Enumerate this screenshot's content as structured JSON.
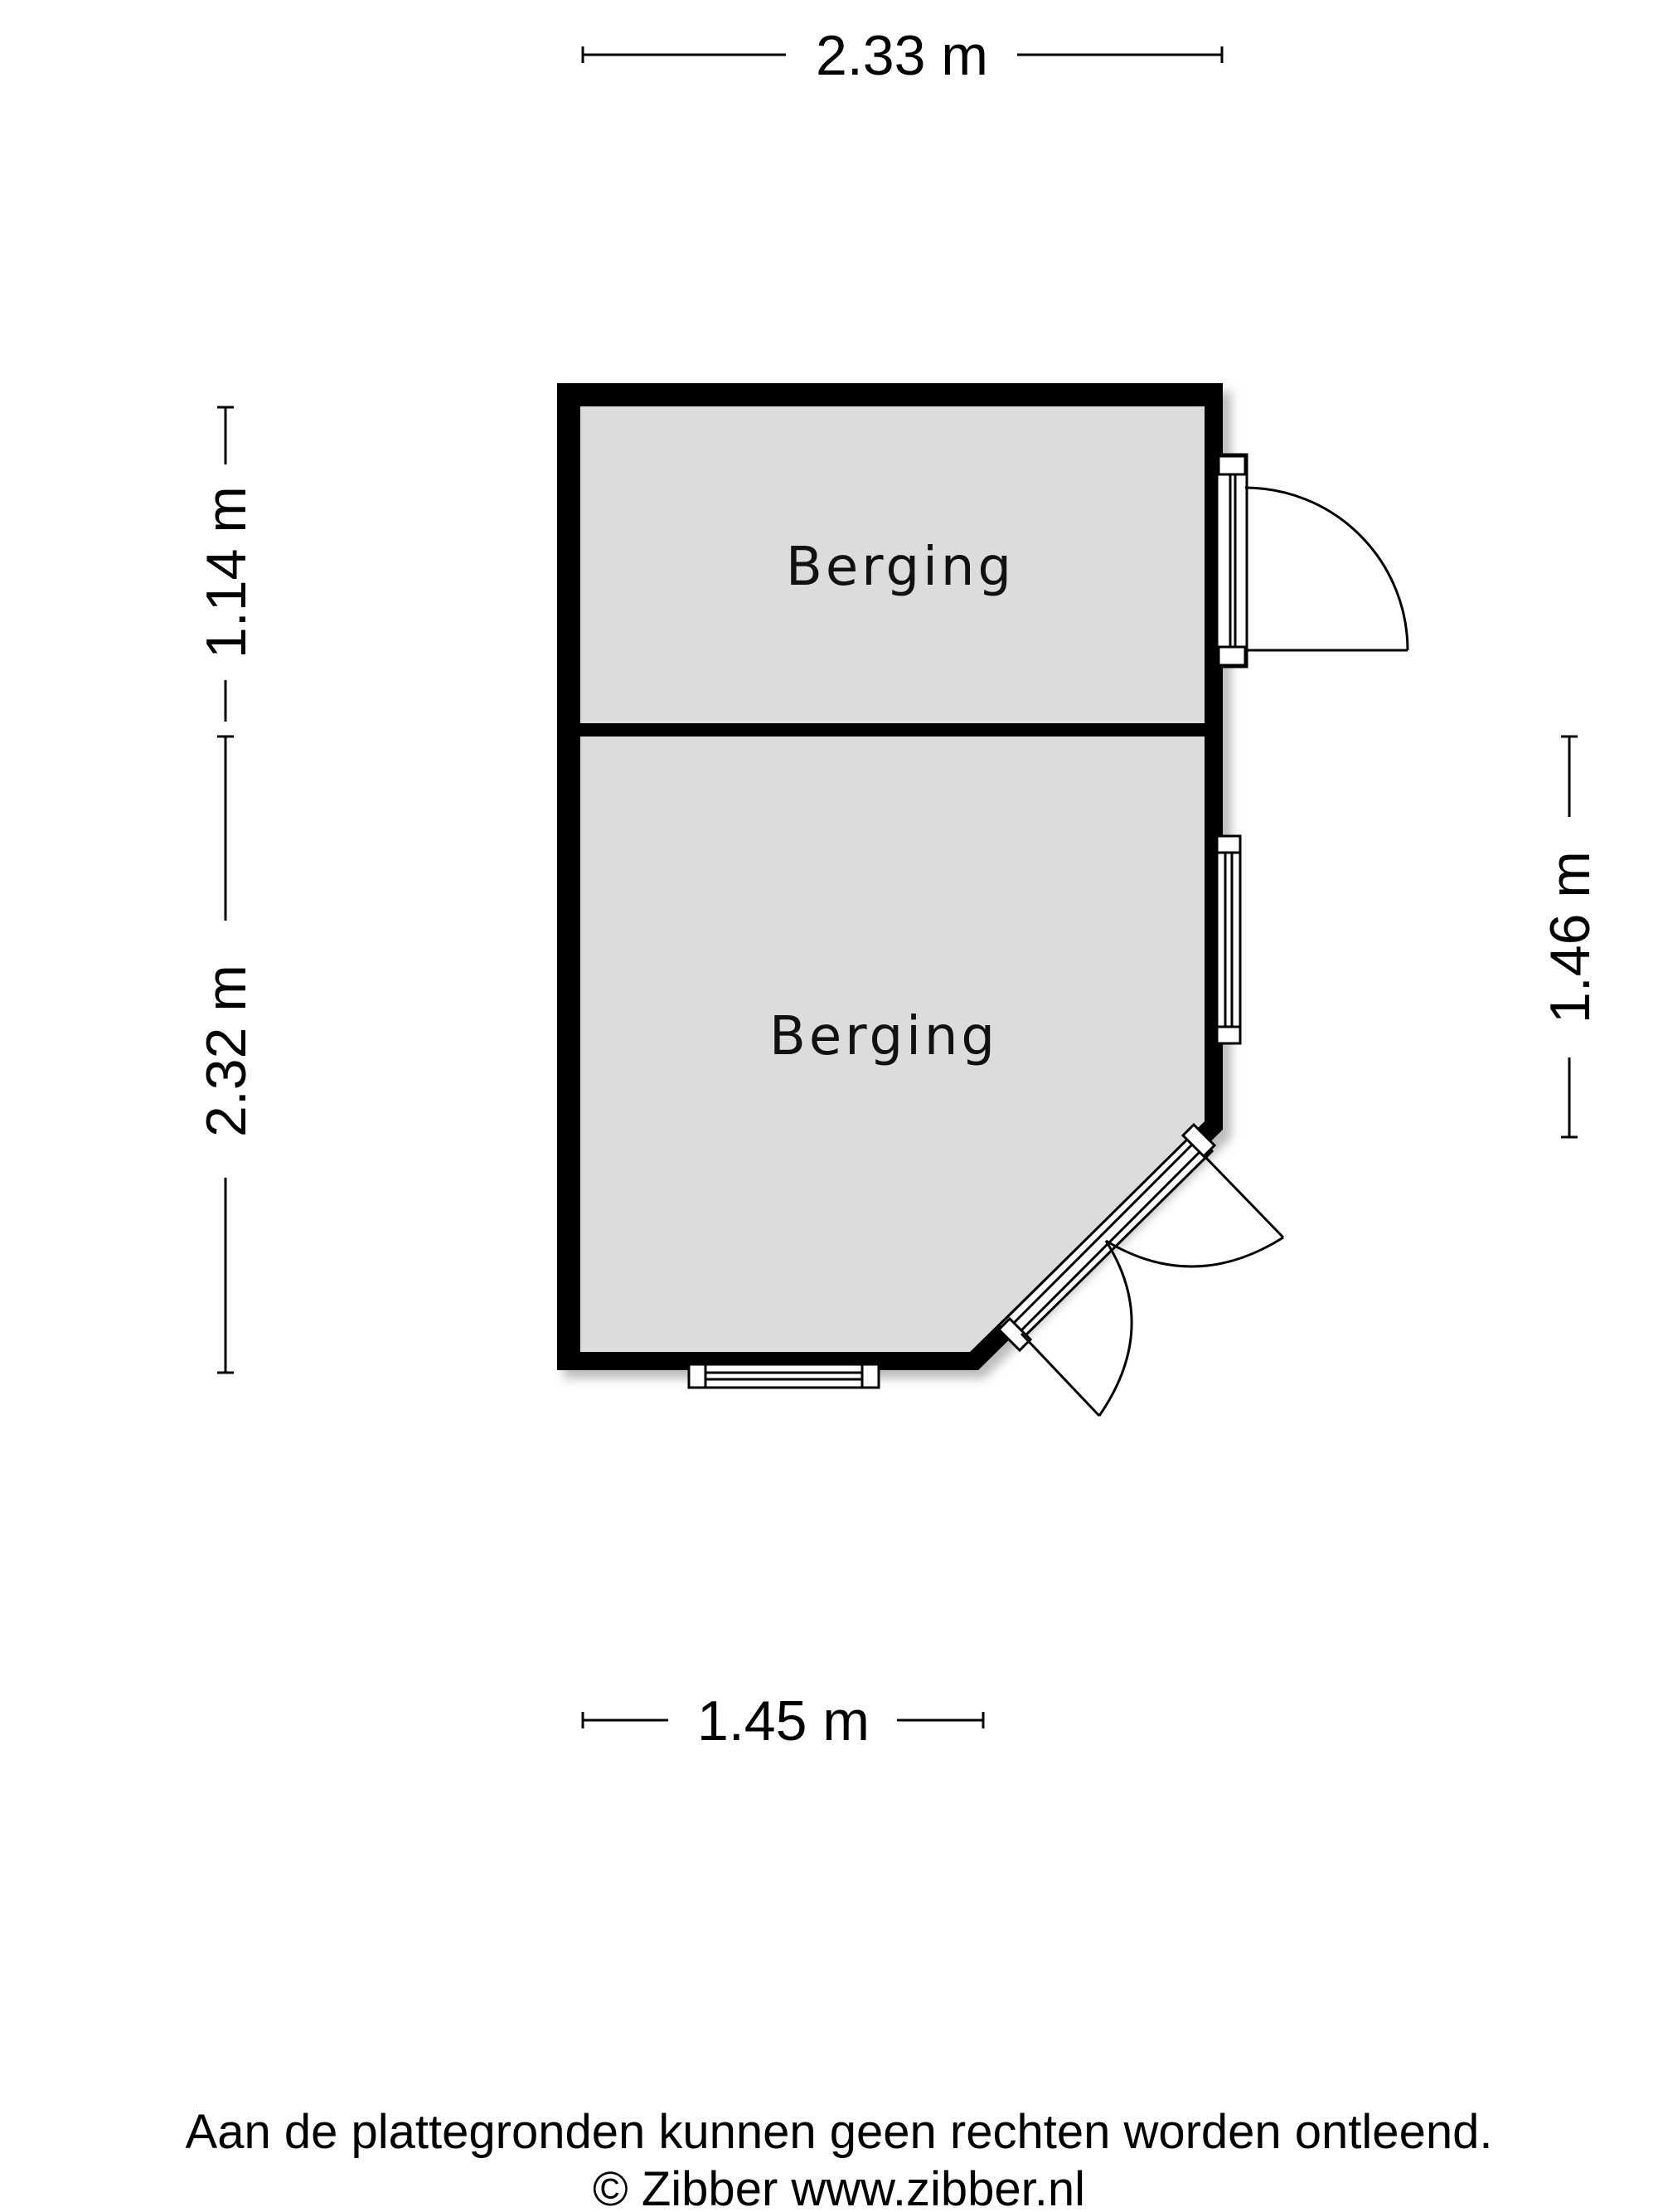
{
  "rooms": [
    {
      "label": "Berging"
    },
    {
      "label": "Berging"
    }
  ],
  "dimensions": {
    "top": "2.33 m",
    "left_upper": "1.14 m",
    "left_lower": "2.32 m",
    "right": "1.46 m",
    "bottom": "1.45 m"
  },
  "footer": {
    "disclaimer": "Aan de plattegronden kunnen geen rechten worden ontleend.",
    "copyright": "© Zibber www.zibber.nl"
  },
  "colors": {
    "wall": "#000000",
    "floor": "#dcdcdc"
  }
}
